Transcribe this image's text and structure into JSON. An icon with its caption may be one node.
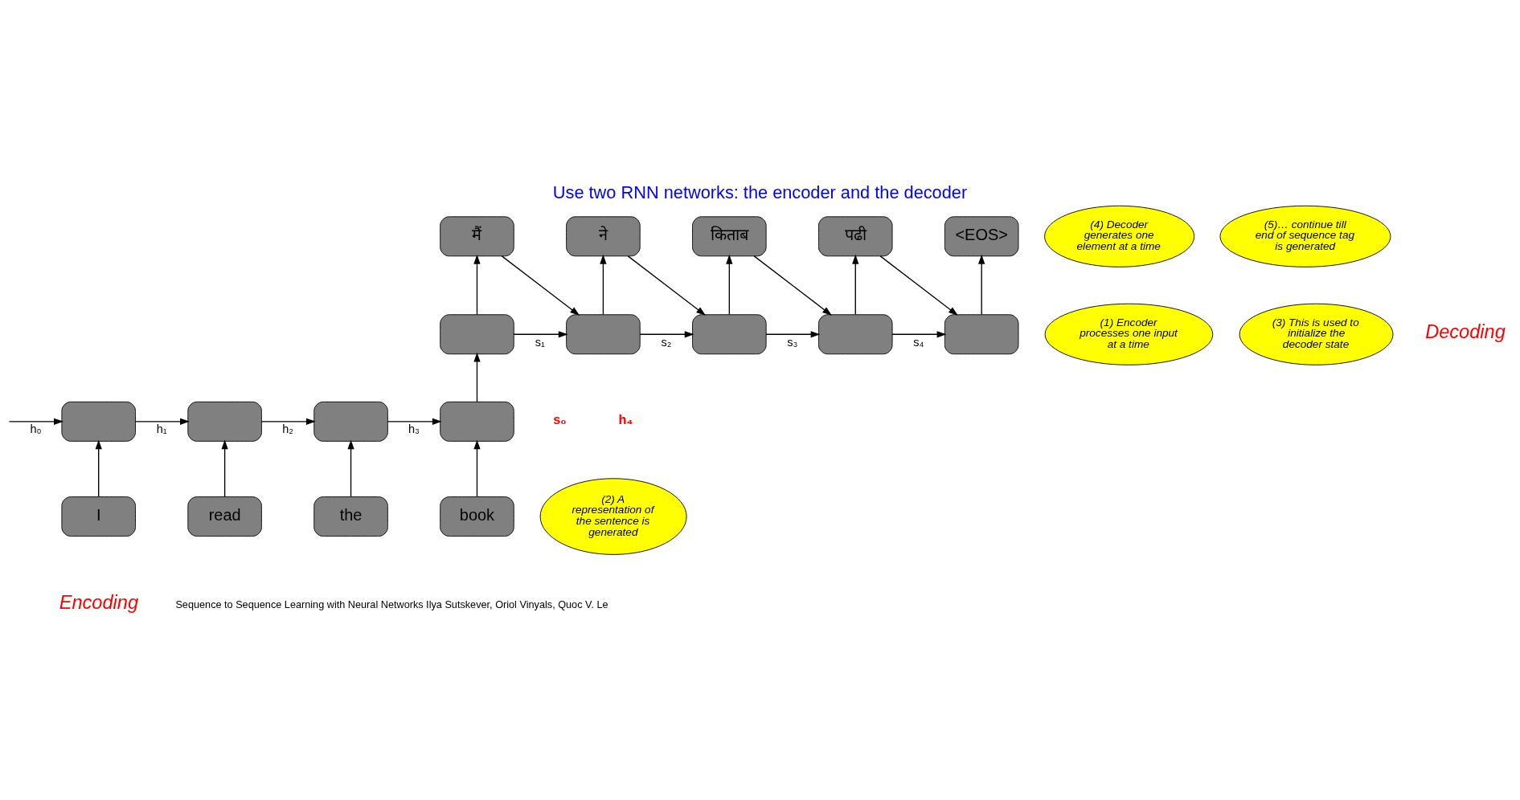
{
  "diagram": {
    "title": "Use two RNN networks: the encoder and the decoder",
    "nodes": [
      {
        "text": [],
        "shape": "box"
      },
      {
        "text": [],
        "shape": "box"
      },
      {
        "text": [],
        "shape": "box"
      },
      {
        "text": [],
        "shape": "box"
      },
      {
        "text": [
          "I"
        ]
      },
      {
        "text": [
          "read"
        ]
      },
      {
        "text": [
          "the"
        ]
      },
      {
        "text": [
          "book"
        ]
      },
      {
        "text": [],
        "shape": "box"
      },
      {
        "text": [],
        "shape": "box"
      },
      {
        "text": [],
        "shape": "box"
      },
      {
        "text": [],
        "shape": "box"
      },
      {
        "text": [],
        "shape": "box"
      },
      {
        "text": [
          "मैं"
        ]
      },
      {
        "text": [
          "ने"
        ]
      },
      {
        "text": [
          "किताब"
        ]
      },
      {
        "text": [
          "पढी"
        ]
      },
      {
        "text": [
          "<EOS>"
        ]
      },
      {
        "text": [
          "(1) Encoder processes one input at a time"
        ]
      },
      {
        "text": [
          "(2) A representation of the sentence is generated"
        ]
      },
      {
        "text": [
          "(3) This is used to initialize the decoder state"
        ]
      },
      {
        "text": [
          "(4) Decoder generates one element at a time"
        ]
      },
      {
        "text": [
          "(5)… continue till end of sequence tag is generated"
        ]
      }
    ],
    "edges": [
      {
        "from": null,
        "to": 0,
        "arrow": "to",
        "label": "h₀"
      },
      {
        "from": 4,
        "to": 0,
        "arrow": "to"
      },
      {
        "from": 5,
        "to": 1,
        "arrow": "to"
      },
      {
        "from": 6,
        "to": 2,
        "arrow": "to"
      },
      {
        "from": 7,
        "to": 3,
        "arrow": "to"
      },
      {
        "from": 0,
        "to": 1,
        "arrow": "to",
        "label": "h₁"
      },
      {
        "from": 1,
        "to": 2,
        "arrow": "to",
        "label": "h₂"
      },
      {
        "from": 2,
        "to": 3,
        "arrow": "to",
        "label": "h₃"
      },
      {
        "from": 3,
        "to": 8,
        "arrow": "to"
      },
      {
        "from": 8,
        "to": 13,
        "arrow": "to"
      },
      {
        "from": 9,
        "to": 14,
        "arrow": "to"
      },
      {
        "from": 10,
        "to": 15,
        "arrow": "to"
      },
      {
        "from": 11,
        "to": 16,
        "arrow": "to"
      },
      {
        "from": 12,
        "to": 17,
        "arrow": "to"
      },
      {
        "from": 8,
        "to": 9,
        "arrow": "to",
        "label": "s₁"
      },
      {
        "from": 9,
        "to": 10,
        "arrow": "to",
        "label": "s₂"
      },
      {
        "from": 10,
        "to": 11,
        "arrow": "to",
        "label": "s₃"
      },
      {
        "from": 11,
        "to": 12,
        "arrow": "to",
        "label": "s₄"
      },
      {
        "from": 13,
        "to": 9,
        "arrow": "to"
      },
      {
        "from": 14,
        "to": 10,
        "arrow": "to"
      },
      {
        "from": 15,
        "to": 11,
        "arrow": "to"
      },
      {
        "from": 16,
        "to": 12,
        "arrow": "to"
      }
    ],
    "labels": [
      "s₀",
      "h₄",
      "Decoding",
      "Encoding",
      "Sequence to Sequence Learning with Neural Networks Ilya Sutskever, Oriol Vinyals, Quoc V. Le"
    ]
  }
}
